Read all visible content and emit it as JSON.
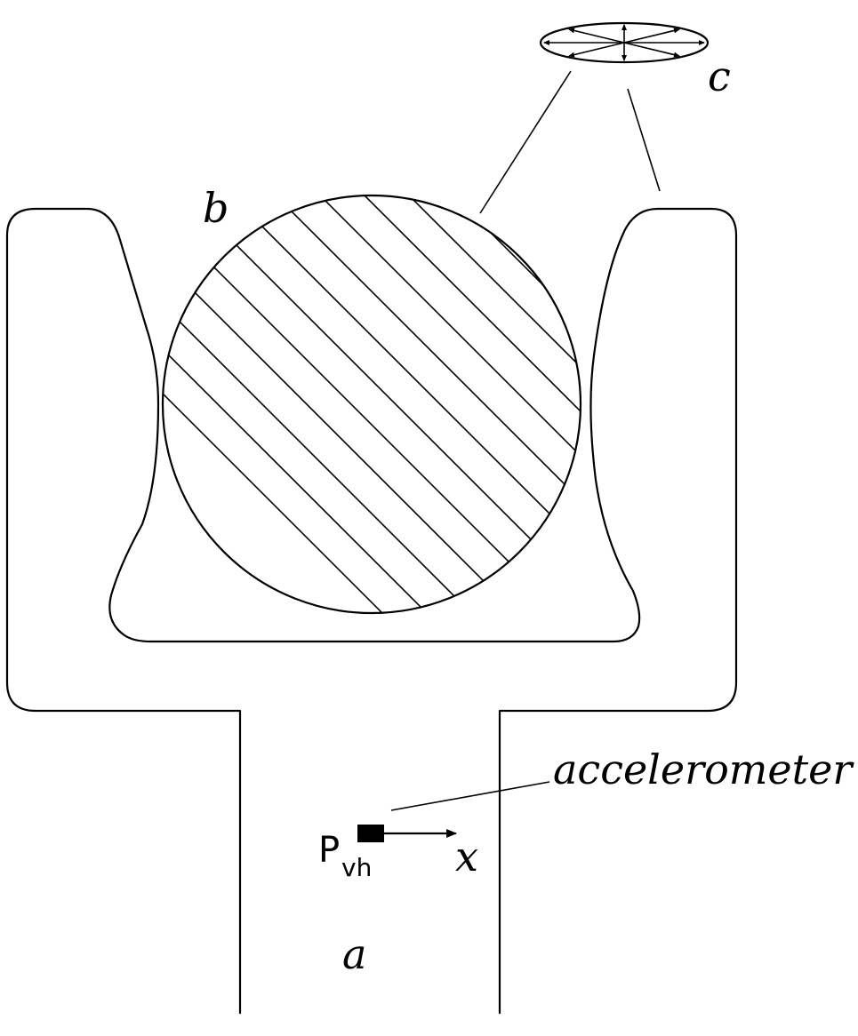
{
  "labels": {
    "a": "a",
    "b": "b",
    "c": "c",
    "x": "x",
    "accelerometer": "accelerometer",
    "p_main": "P",
    "p_sub": "vh"
  }
}
